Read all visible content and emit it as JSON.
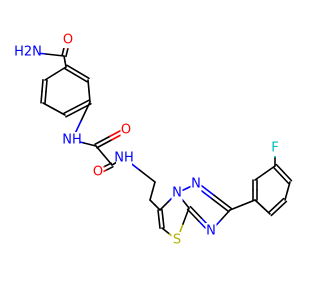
{
  "colors": {
    "carbon": "#000000",
    "N": "#0000ff",
    "O": "#ff0000",
    "S": "#b2b200",
    "F": "#00bfbf"
  },
  "atoms": [
    {
      "id": "NH2",
      "symbol": "N",
      "text": "H2N"
    },
    {
      "id": "O_amide",
      "symbol": "O",
      "text": "O"
    },
    {
      "id": "NH_left",
      "symbol": "N",
      "text": "NH"
    },
    {
      "id": "O_ox1",
      "symbol": "O",
      "text": "O"
    },
    {
      "id": "O_ox2",
      "symbol": "O",
      "text": "O"
    },
    {
      "id": "NH_right",
      "symbol": "N",
      "text": "NH"
    },
    {
      "id": "N_bridge",
      "symbol": "N",
      "text": "N"
    },
    {
      "id": "N_top",
      "symbol": "N",
      "text": "N"
    },
    {
      "id": "N_lower",
      "symbol": "N",
      "text": "N"
    },
    {
      "id": "S_ring",
      "symbol": "S",
      "text": "S"
    },
    {
      "id": "F_sub",
      "symbol": "F",
      "text": "F"
    }
  ]
}
